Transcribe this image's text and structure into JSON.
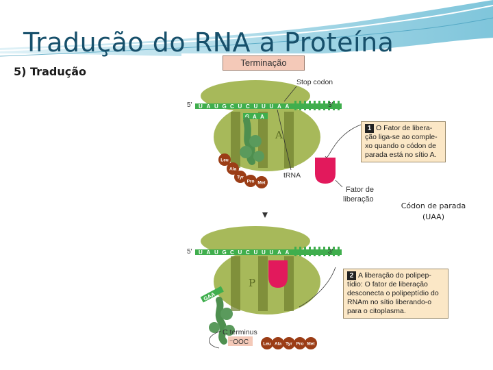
{
  "slide": {
    "title": "Tradução do RNA a Proteína",
    "subtitle": "5) Tradução"
  },
  "figure": {
    "heading": "Terminação",
    "top_panel": {
      "prime5": "5′",
      "prime3": "3′",
      "mrna": [
        "U",
        "A",
        "U",
        "G",
        "C",
        "U",
        "C",
        "U",
        "U",
        "U",
        "A",
        "A"
      ],
      "anticodon": [
        "G",
        "A",
        "A"
      ],
      "site": "A",
      "stop_codon_label": "Stop codon",
      "trna_label": "tRNA",
      "release_factor_label": [
        "Fator de",
        "liberação"
      ],
      "chain": [
        "Leu",
        "Ala",
        "Tyr",
        "Pro",
        "Met"
      ],
      "step_number": "1",
      "caption": [
        "O Fator de libera-",
        "ção liga-se ao comple-",
        "xo quando o códon de",
        "parada está no sítio A."
      ]
    },
    "bottom_panel": {
      "prime5": "5′",
      "prime3": "3′",
      "mrna": [
        "U",
        "A",
        "U",
        "G",
        "C",
        "U",
        "C",
        "U",
        "U",
        "U",
        "A",
        "A"
      ],
      "trna_label": "GAA",
      "site": "P",
      "c_terminus_label": "C terminus",
      "cooh_label": "⁻OOC",
      "chain": [
        "Leu",
        "Ala",
        "Tyr",
        "Pro",
        "Met"
      ],
      "step_number": "2",
      "caption": [
        "A liberação do polipep-",
        "tídio: O fator de liberação",
        "desconecta o polipeptídio do",
        "RNAm no sítio liberando-o",
        "para o citoplasma."
      ]
    },
    "codon_note": [
      "Códon de parada",
      "(UAA)"
    ]
  },
  "colors": {
    "title": "#17506b",
    "ribosome": "#a7b95a",
    "mrna": "#3fae4d",
    "trna": "#5a9a5c",
    "release_factor": "#e2195c",
    "amino_acid": "#9b3d16"
  }
}
